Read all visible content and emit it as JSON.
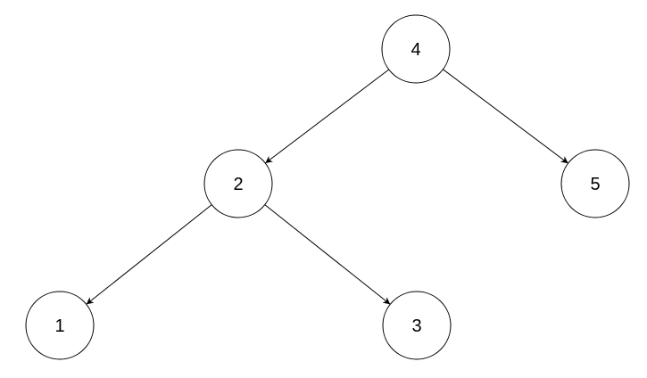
{
  "colors": {
    "stroke": "#000000",
    "fill": "#ffffff",
    "text": "#000000",
    "background": "#ffffff"
  },
  "tree": {
    "nodes": [
      {
        "id": "n4",
        "label": "4"
      },
      {
        "id": "n2",
        "label": "2"
      },
      {
        "id": "n5",
        "label": "5"
      },
      {
        "id": "n1",
        "label": "1"
      },
      {
        "id": "n3",
        "label": "3"
      }
    ],
    "edges": [
      {
        "from": "n4",
        "to": "n2"
      },
      {
        "from": "n4",
        "to": "n5"
      },
      {
        "from": "n2",
        "to": "n1"
      },
      {
        "from": "n2",
        "to": "n3"
      }
    ]
  }
}
